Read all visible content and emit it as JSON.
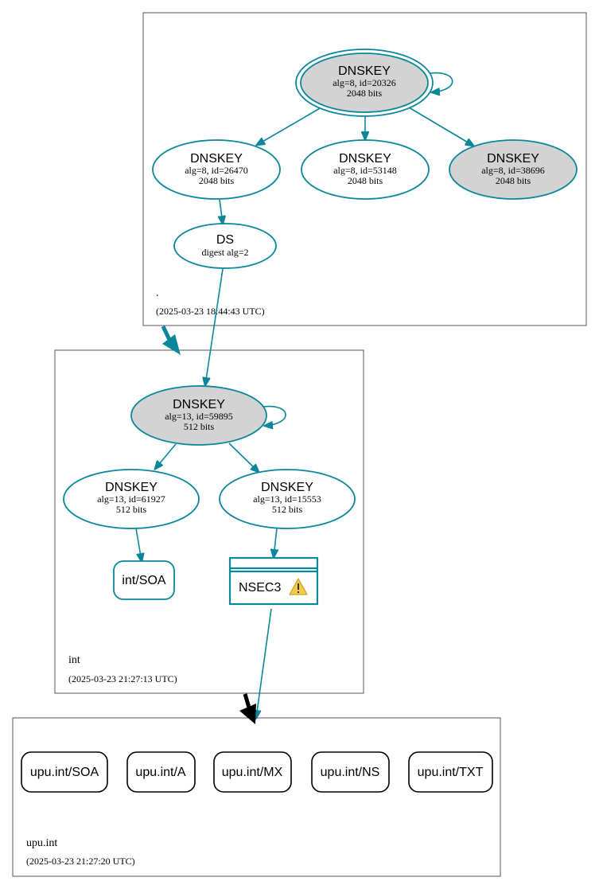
{
  "zones": {
    "root": {
      "name": ".",
      "timestamp": "(2025-03-23 18:44:43 UTC)"
    },
    "int": {
      "name": "int",
      "timestamp": "(2025-03-23 21:27:13 UTC)"
    },
    "upu": {
      "name": "upu.int",
      "timestamp": "(2025-03-23 21:27:20 UTC)"
    }
  },
  "nodes": {
    "root_ksk": {
      "title": "DNSKEY",
      "line1": "alg=8, id=20326",
      "line2": "2048 bits"
    },
    "root_zsk1": {
      "title": "DNSKEY",
      "line1": "alg=8, id=26470",
      "line2": "2048 bits"
    },
    "root_zsk2": {
      "title": "DNSKEY",
      "line1": "alg=8, id=53148",
      "line2": "2048 bits"
    },
    "root_zsk3": {
      "title": "DNSKEY",
      "line1": "alg=8, id=38696",
      "line2": "2048 bits"
    },
    "int_ds": {
      "title": "DS",
      "line1": "digest alg=2"
    },
    "int_ksk": {
      "title": "DNSKEY",
      "line1": "alg=13, id=59895",
      "line2": "512 bits"
    },
    "int_zsk1": {
      "title": "DNSKEY",
      "line1": "alg=13, id=61927",
      "line2": "512 bits"
    },
    "int_zsk2": {
      "title": "DNSKEY",
      "line1": "alg=13, id=15553",
      "line2": "512 bits"
    },
    "int_soa": {
      "label": "int/SOA"
    },
    "nsec3": {
      "label": "NSEC3"
    }
  },
  "upu_records": [
    "upu.int/SOA",
    "upu.int/A",
    "upu.int/MX",
    "upu.int/NS",
    "upu.int/TXT"
  ],
  "colors": {
    "edge": "#0a879a",
    "node_filled": "#d3d3d3",
    "node_plain": "#ffffff",
    "warning": "#f2c94c",
    "delegation_insecure": "#000000"
  },
  "icons": {
    "warning": "warning-icon"
  }
}
